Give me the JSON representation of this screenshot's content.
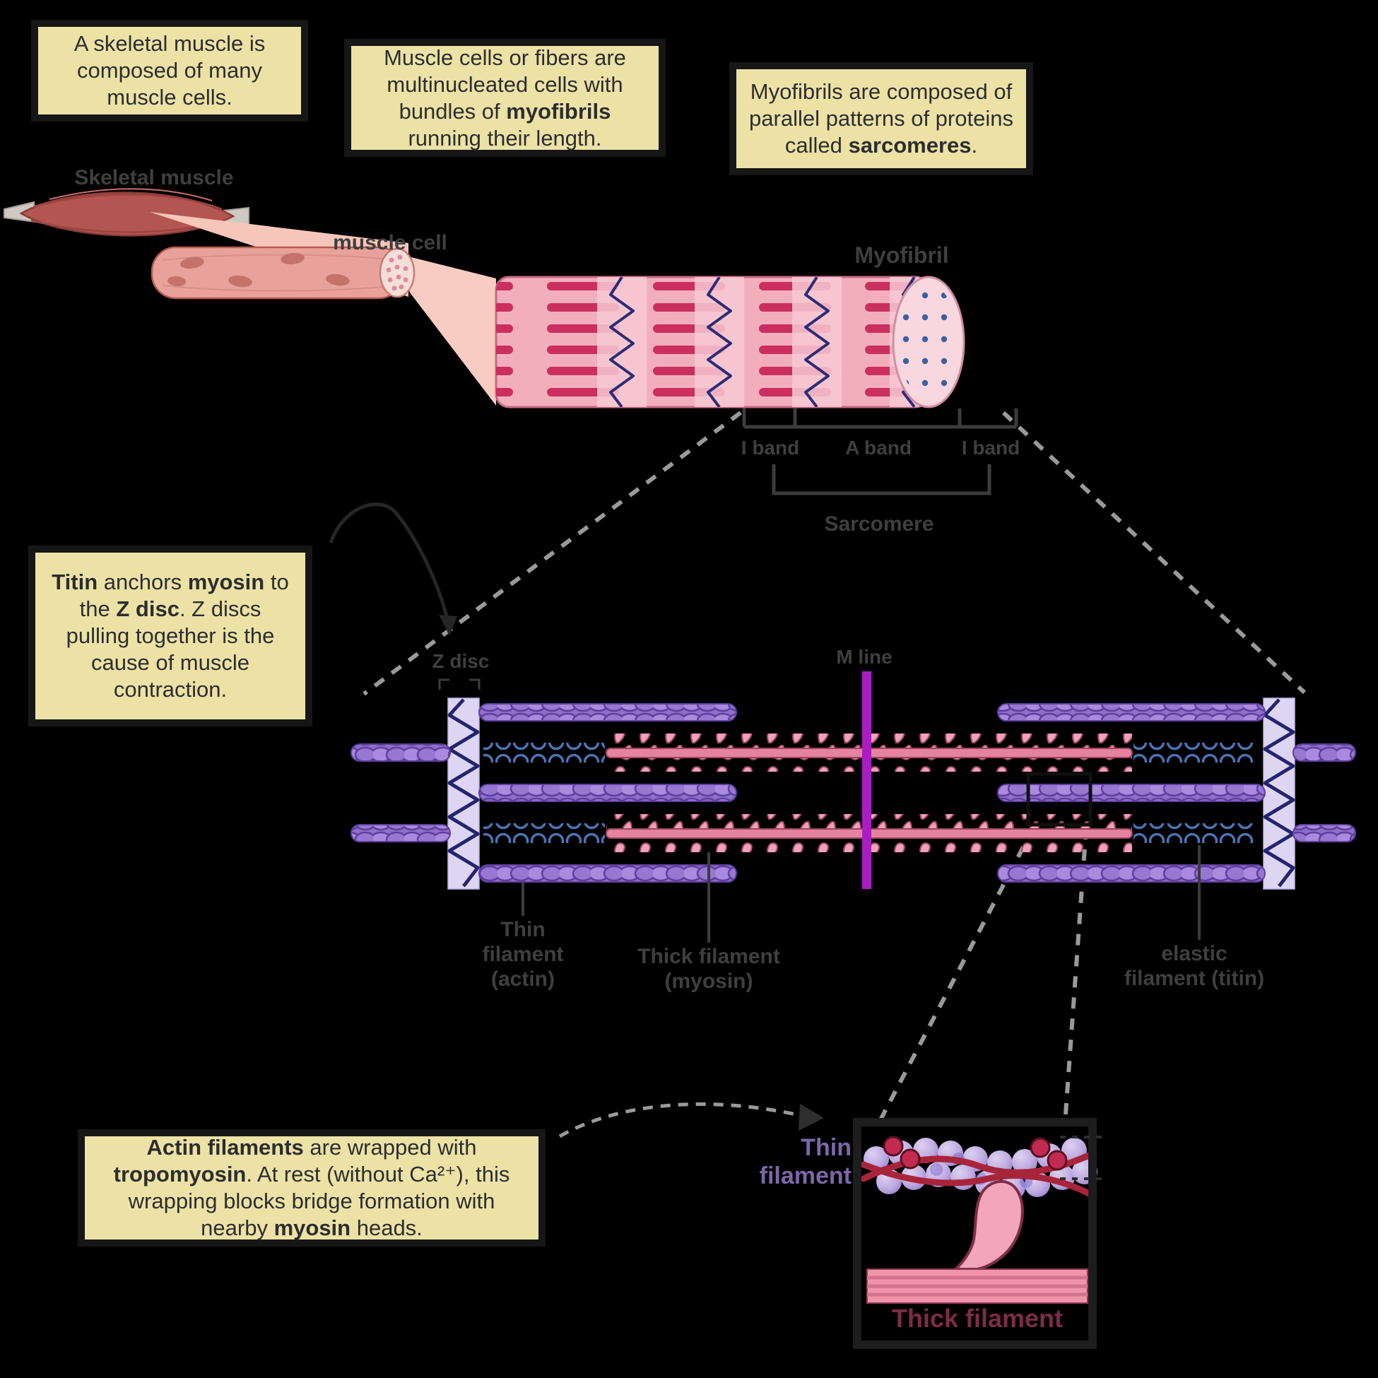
{
  "page": {
    "background": "#000000"
  },
  "notes": {
    "skeletal": {
      "segments": [
        {
          "text": "A skeletal muscle is composed of many muscle cells."
        }
      ]
    },
    "fibers": {
      "segments": [
        {
          "text": "Muscle cells or fibers are multinucleated cells with bundles of "
        },
        {
          "text": "myofibrils",
          "bold": true
        },
        {
          "text": " running their length."
        }
      ]
    },
    "myofibrils": {
      "segments": [
        {
          "text": "Myofibrils are composed of parallel patterns of proteins called "
        },
        {
          "text": "sarcomeres",
          "bold": true
        },
        {
          "text": "."
        }
      ]
    },
    "titin": {
      "segments": [
        {
          "text": "Titin",
          "bold": true
        },
        {
          "text": " anchors "
        },
        {
          "text": "myosin",
          "bold": true
        },
        {
          "text": " to the "
        },
        {
          "text": "Z disc",
          "bold": true
        },
        {
          "text": ". Z discs pulling together is the cause of muscle contraction."
        }
      ]
    },
    "actin": {
      "segments": [
        {
          "text": "Actin filaments",
          "bold": true
        },
        {
          "text": " are wrapped with "
        },
        {
          "text": "tropomyosin",
          "bold": true
        },
        {
          "text": ". At rest (without Ca²⁺), this wrapping blocks bridge formation with nearby "
        },
        {
          "text": "myosin",
          "bold": true
        },
        {
          "text": " heads."
        }
      ]
    }
  },
  "labels": {
    "skeletal_muscle": "Skeletal muscle",
    "muscle_cell": "muscle cell",
    "myofibril": "Myofibril",
    "i_band_left": "I band",
    "a_band": "A band",
    "i_band_right": "I band",
    "sarcomere": "Sarcomere",
    "z_disc": "Z disc",
    "m_line": "M line",
    "thin_filament": "Thin\nfilament\n(actin)",
    "thick_filament": "Thick filament\n(myosin)",
    "elastic_filament": "elastic\nfilament (titin)",
    "inset_thin_filament": "Thin\nfilament",
    "inset_thick_filament": "Thick filament"
  },
  "colors": {
    "note_fill": "#ece2a6",
    "note_text": "#2d2d2d",
    "label_gray": "#3f3f3f",
    "muscle_red": "#b35551",
    "cell_pink": "#e9a29b",
    "myofibril_pink": "#f3aebc",
    "striation_crimson": "#ca2f60",
    "z_line_navy": "#2c2c74",
    "thin_filament_purple": "#8f6fc9",
    "titin_blue": "#4c74b4",
    "thick_filament_pink": "#e5829f",
    "m_line_magenta": "#ab1dc3",
    "tropomyosin_red": "#a8243a",
    "troponin_crimson": "#c12b4f",
    "inset_thin_label": "#7b67a8",
    "inset_thick_label": "#7c2c4b",
    "connector_gray": "#9a9a9a"
  }
}
